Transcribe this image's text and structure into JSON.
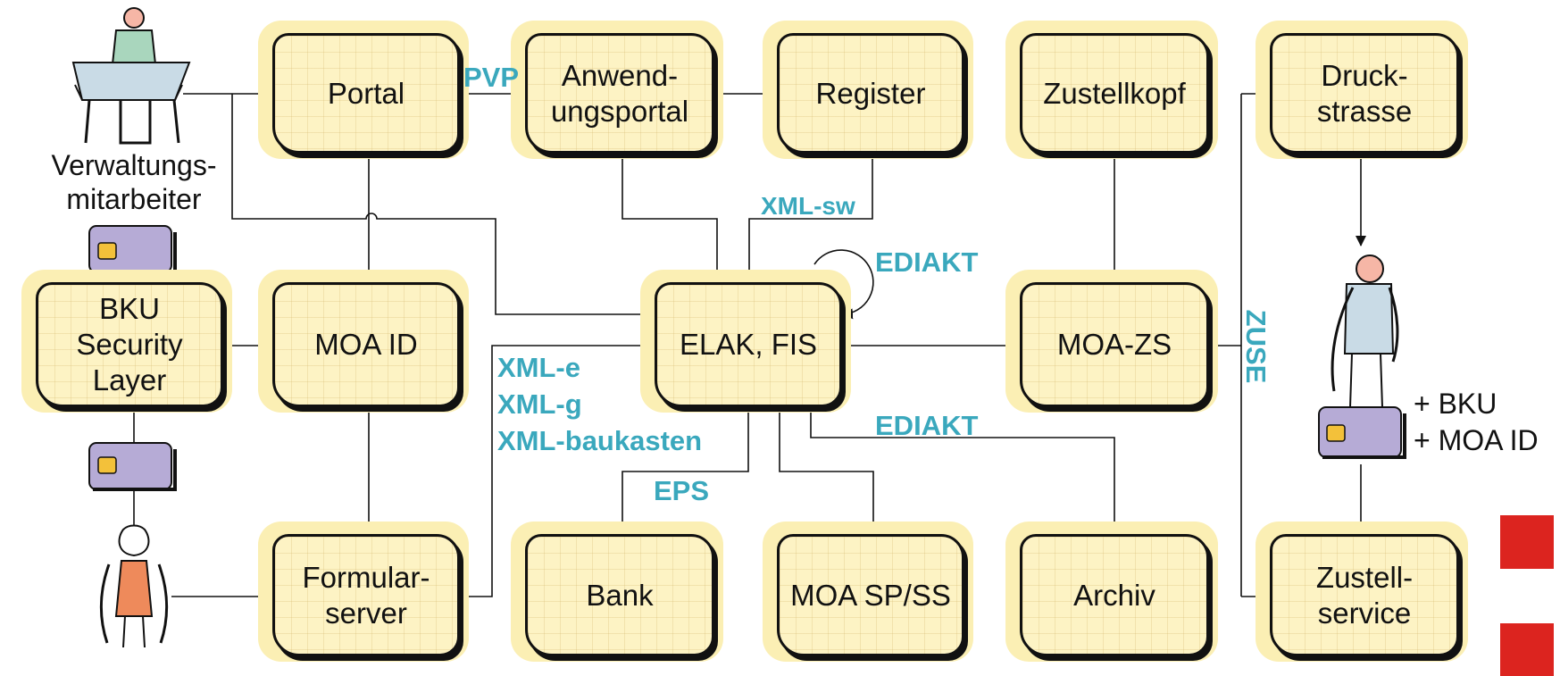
{
  "boxes": {
    "portal": "Portal",
    "anwendungsportal": "Anwend-\nungsportal",
    "register": "Register",
    "zustellkopf": "Zustellkopf",
    "druckstrasse": "Druck-\nstrasse",
    "bku": "BKU\nSecurity\nLayer",
    "moa_id": "MOA ID",
    "elak": "ELAK, FIS",
    "moa_zs": "MOA-ZS",
    "formularserver": "Formular-\nserver",
    "bank": "Bank",
    "moa_sp": "MOA SP/SS",
    "archiv": "Archiv",
    "zustellservice": "Zustell-\nservice"
  },
  "labels": {
    "pvp": "PVP",
    "xml_sw": "XML-sw",
    "ediakt_top": "EDIAKT",
    "xml_e": "XML-e",
    "xml_g": "XML-g",
    "xml_baukasten": "XML-baukasten",
    "eps": "EPS",
    "ediakt_bottom": "EDIAKT",
    "zuse": "ZUSE"
  },
  "people": {
    "employee_caption": "Verwaltungs-\nmitarbeiter",
    "recipient_bku": "+ BKU",
    "recipient_moa": "+ MOA ID"
  },
  "colors": {
    "box_fill": "#fdf3c4",
    "box_shadow_fill": "#fbefb4",
    "label": "#3aa8bd",
    "card": "#b6abd6",
    "accent_red": "#dc241f"
  }
}
